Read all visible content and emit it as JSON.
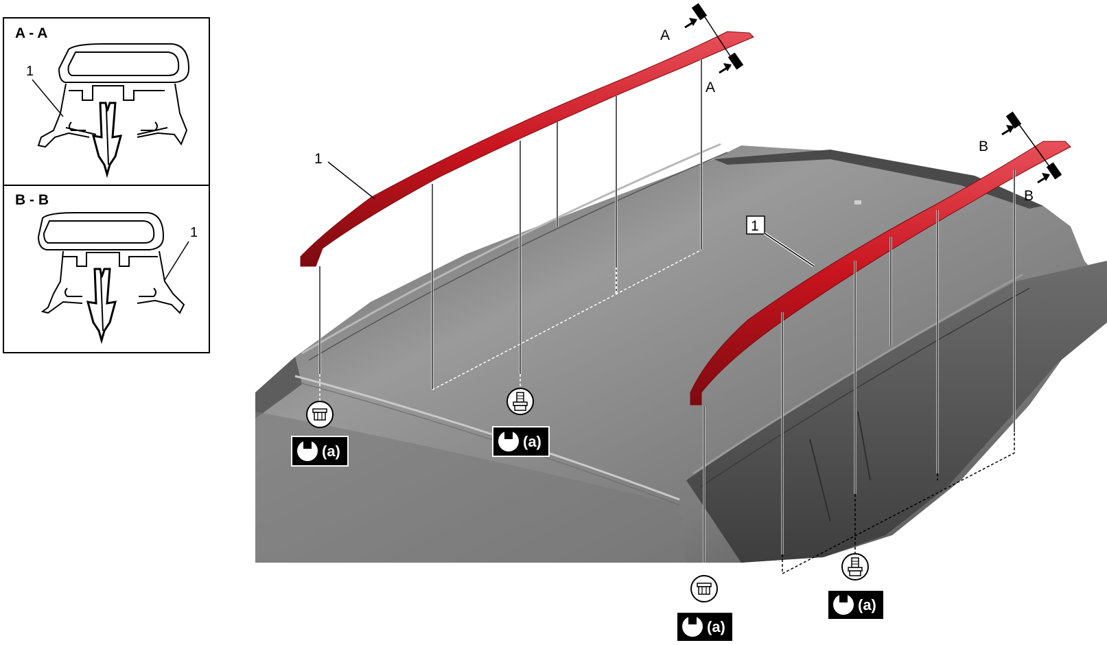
{
  "section_views": {
    "a": {
      "title": "A - A",
      "callout": "1"
    },
    "b": {
      "title": "B - B",
      "callout": "1"
    }
  },
  "left_rail": {
    "callout": "1",
    "section_mark_top": "A",
    "section_mark_bottom": "A",
    "front_fastener_torque": "(a)",
    "mid_fastener_torque": "(a)"
  },
  "right_rail": {
    "callout": "1",
    "section_mark_top": "B",
    "section_mark_bottom": "B",
    "front_fastener_torque": "(a)",
    "mid_fastener_torque": "(a)"
  },
  "colors": {
    "rail": "#c8141e",
    "roof": "#8a8a8a",
    "badge": "#000000"
  },
  "icons": [
    "nut-icon",
    "bolt-icon",
    "torque-wrench-icon",
    "section-arrow-icon"
  ]
}
